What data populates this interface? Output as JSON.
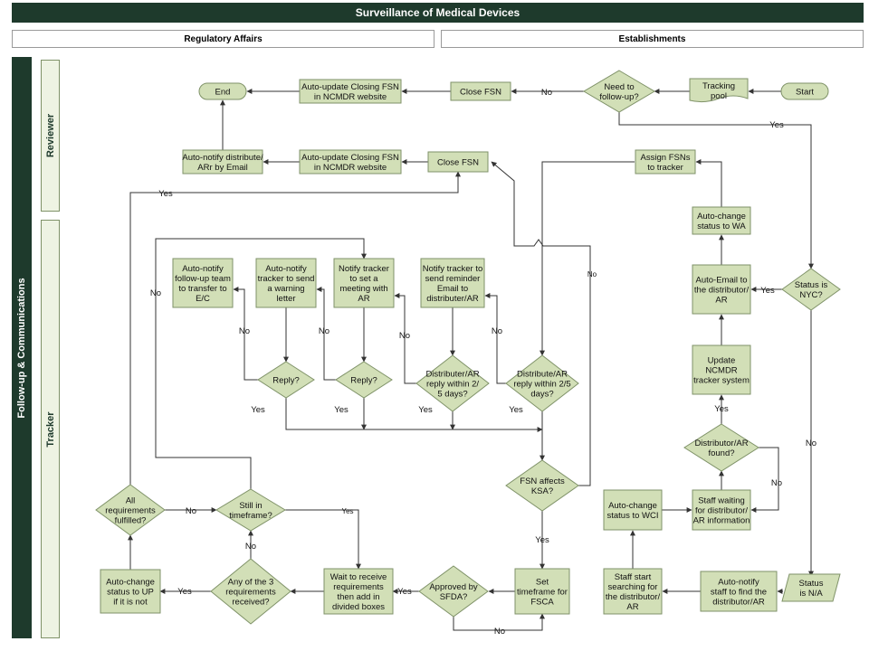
{
  "title": "Surveillance of Medical Devices",
  "columns": {
    "left": "Regulatory Affairs",
    "right": "Establishments"
  },
  "lanes": {
    "outer": "Follow-up & Communications",
    "reviewer": "Reviewer",
    "tracker": "Tracker"
  },
  "nodes": {
    "start": "Start",
    "tracking_pool": "Tracking pool",
    "need_followup": "Need to follow-up?",
    "close_fsn_top": "Close FSN",
    "auto_update_closing_top": "Auto-update Closing FSN in NCMDR website",
    "end": "End",
    "auto_notify_distributor": "Auto-notify distribute/ ARr by Email",
    "auto_update_closing_2": "Auto-update Closing FSN in NCMDR website",
    "close_fsn_2": "Close FSN",
    "assign_fsns": "Assign FSNs to tracker",
    "auto_change_wa": "Auto-change status to WA",
    "auto_email_distributor": "Auto-Email to the distributor/ AR",
    "status_nyc": "Status is NYC?",
    "update_ncmdr": "Update NCMDR tracker system",
    "distributor_found": "Distributor/AR found?",
    "staff_waiting": "Staff waiting for distributor/ AR information",
    "auto_change_wci": "Auto-change status to WCI",
    "staff_start_searching": "Staff start searching for the distributor/ AR",
    "auto_notify_find": "Auto-notify staff to find the distributor/AR",
    "status_na": "Status is N/A",
    "auto_notify_followup": "Auto-notify follow-up team to transfer to E/C",
    "auto_notify_warning": "Auto-notify tracker to send a warning letter",
    "notify_meeting": "Notify tracker to set a meeting with AR",
    "notify_reminder": "Notify tracker to send reminder Email to distributor/AR",
    "reply1": "Reply?",
    "reply2": "Reply?",
    "distributer_reply": "Distributer/AR reply within 2/ 5 days?",
    "distribute_reply": "Distribute/AR reply within 2/5 days?",
    "fsn_affects_ksa": "FSN affects KSA?",
    "set_timeframe": "Set timeframe for FSCA",
    "approved_sfda": "Approved by SFDA?",
    "wait_receive": "Wait to receive requirements then add in divided boxes",
    "any_three": "Any of the 3 requirements received?",
    "auto_change_up": "Auto-change status to UP if it is not",
    "all_requirements": "All requirements fulfilled?",
    "still_timeframe": "Still in timeframe?"
  },
  "edge_labels": {
    "yes": "Yes",
    "no": "No"
  },
  "colors": {
    "header": "#1e3a2c",
    "box_fill": "#d2dfb7",
    "box_stroke": "#7f9268",
    "lane_fill": "#eef3e3"
  }
}
